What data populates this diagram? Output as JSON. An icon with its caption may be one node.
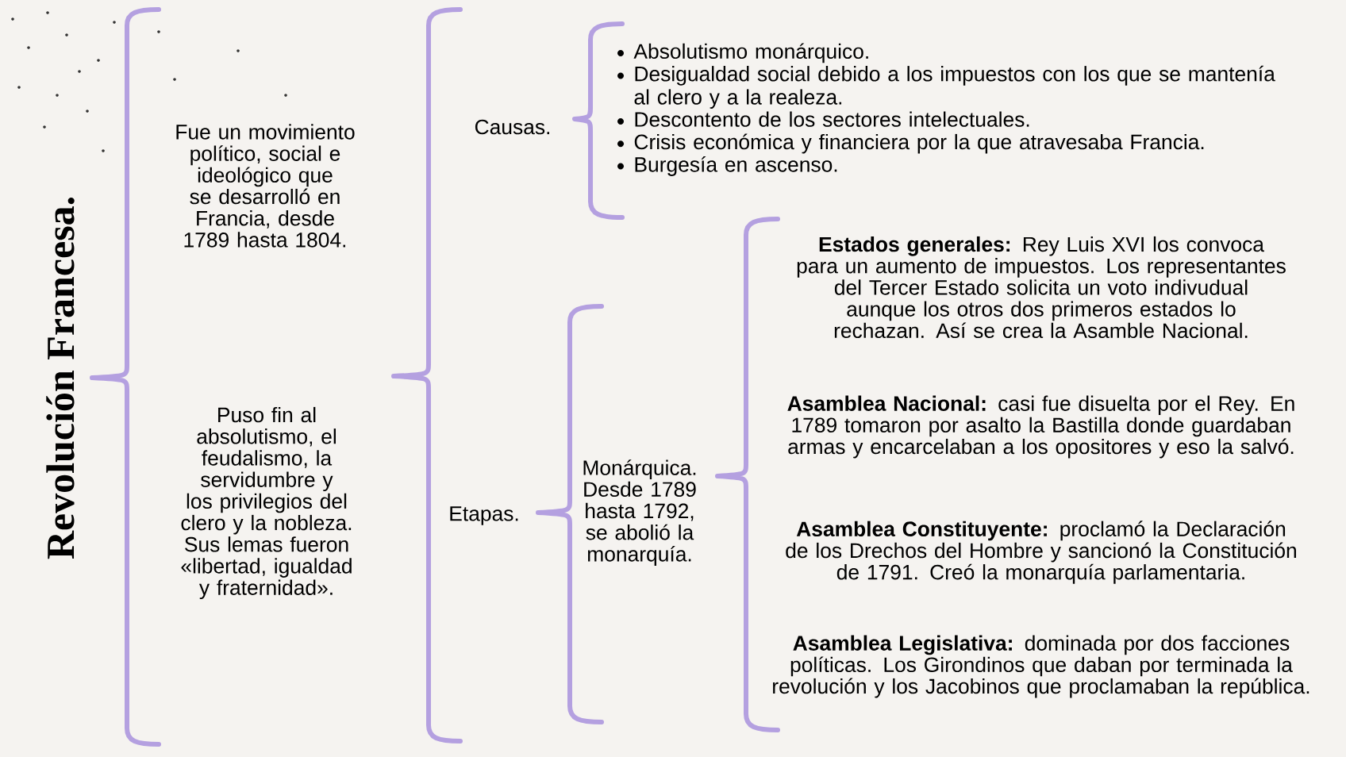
{
  "diagram": {
    "title": "Revolución Francesa.",
    "nodes": [
      {
        "text": [
          "Fue un movimiento político, social e ideológico que se desarrolló en Francia, desde 1789 hasta 1804."
        ]
      },
      {
        "text": [
          "Puso fin al absolutismo, el feudalismo, la servidumbre y los privilegios del clero y la nobleza. Sus lemas fueron «libertad, igualdad y fraternidad»."
        ]
      },
      {
        "text": [
          "Causas."
        ]
      },
      {
        "text": [
          "Absolutismo monárquico.",
          "Desigualdad social debido a los impuestos con los que se mantenía al clero y a la realeza.",
          "Descontento de los sectores intelectuales.",
          "Crisis económica y financiera por la que atravesaba Francia.",
          "Burgesía en ascenso."
        ]
      },
      {
        "text": [
          "Etapas."
        ]
      },
      {
        "text": [
          "Monárquica. Desde 1789 hasta 1792, se abolió la monarquía."
        ]
      },
      {
        "text": [
          "**Estados generales:** Rey Luis XVI los convoca para un aumento de impuestos. Los representantes del Tercer Estado solicita un voto indivudual aunque los otros dos primeros estados lo rechazan. Así se crea la Asamble Nacional."
        ]
      },
      {
        "text": [
          "**Asamblea Nacional:** casi fue disuelta por el Rey. En 1789 tomaron por asalto la Bastilla donde guardaban armas y encarcelaban a los opositores y eso la salvó."
        ]
      },
      {
        "text": [
          "**Asamblea Constituyente:** proclamó la Declaración de los Drechos del Hombre y sancionó la Constitución de 1791. Creó la monarquía parlamentaria."
        ]
      },
      {
        "text": [
          "**Asamblea Legislativa:** dominada por dos facciones políticas. Los Girondinos que daban por terminada la revolución y los Jacobinos que proclamaban la república."
        ]
      }
    ]
  }
}
